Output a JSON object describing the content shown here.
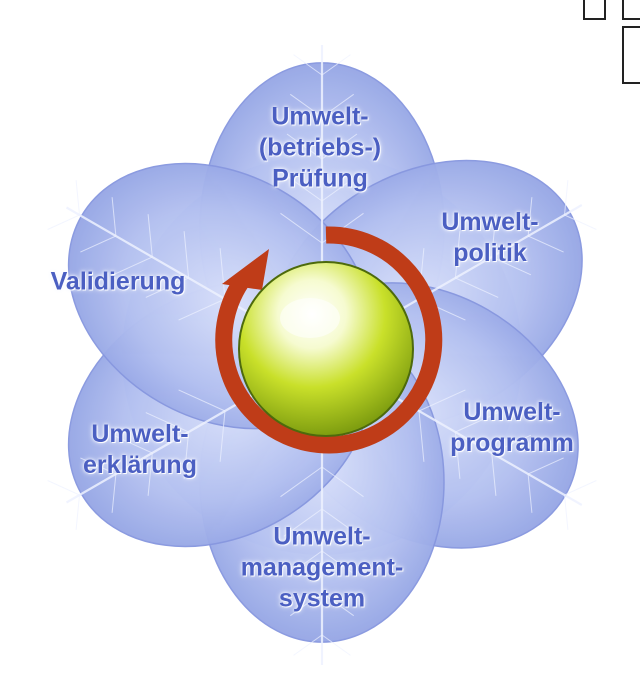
{
  "colors": {
    "background": "#ffffff",
    "petal_fill": "#b3c0f0",
    "petal_edge": "#8797df",
    "vein": "#eef2ff",
    "label_text": "#4b5fc2",
    "cycle_arrow": "#bf3c18",
    "center_sphere": "#c2dc22"
  },
  "stages": [
    {
      "id": "pruefung",
      "lines": [
        "Umwelt-",
        "(betriebs-)",
        "Prüfung"
      ]
    },
    {
      "id": "politik",
      "lines": [
        "Umwelt-",
        "politik"
      ]
    },
    {
      "id": "programm",
      "lines": [
        "Umwelt-",
        "programm"
      ]
    },
    {
      "id": "managementsystem",
      "lines": [
        "Umwelt-",
        "management-",
        "system"
      ]
    },
    {
      "id": "erklaerung",
      "lines": [
        "Umwelt-",
        "erklärung"
      ]
    },
    {
      "id": "validierung",
      "lines": [
        "Validierung"
      ]
    }
  ],
  "icons": {
    "cycle": "circular-arrow-icon",
    "center": "sphere-icon"
  }
}
